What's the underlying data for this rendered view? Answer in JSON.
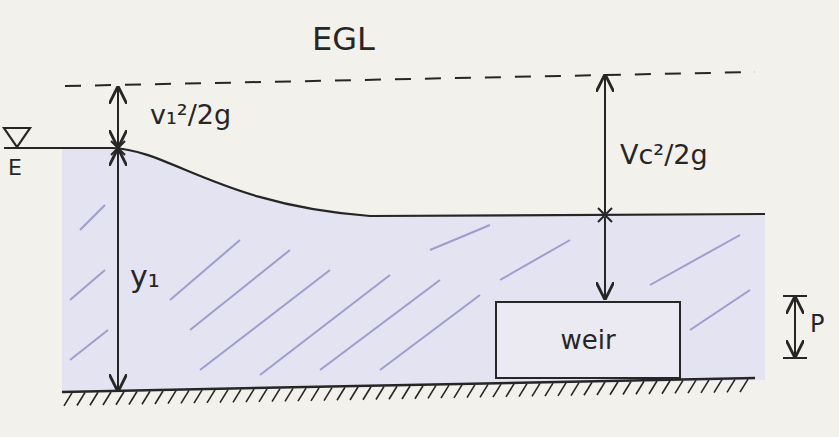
{
  "diagram": {
    "nodes": [
      {
        "text": [
          "weir"
        ]
      }
    ],
    "labels": [
      "EGL",
      "E",
      "v₁²/2g",
      "y₁",
      "Vc²/2g",
      "P"
    ]
  }
}
